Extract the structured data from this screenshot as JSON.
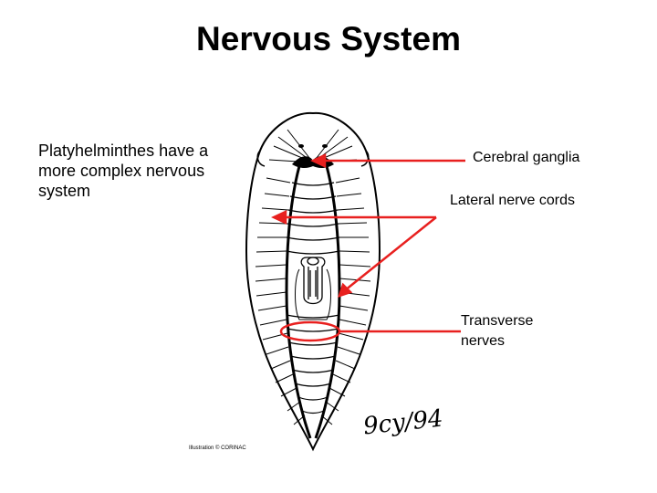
{
  "slide": {
    "title": "Nervous System",
    "bullet": "Platyhelminthes have a more complex nervous system"
  },
  "labels": {
    "cerebral_ganglia": "Cerebral ganglia",
    "lateral_nerve_cords": "Lateral nerve cords",
    "transverse_nerves": "Transverse nerves"
  },
  "figure": {
    "signature": "9cy/94",
    "credit": "Illustration © CORINAC"
  },
  "colors": {
    "annotation": "#e8201f",
    "ink": "#000000"
  }
}
